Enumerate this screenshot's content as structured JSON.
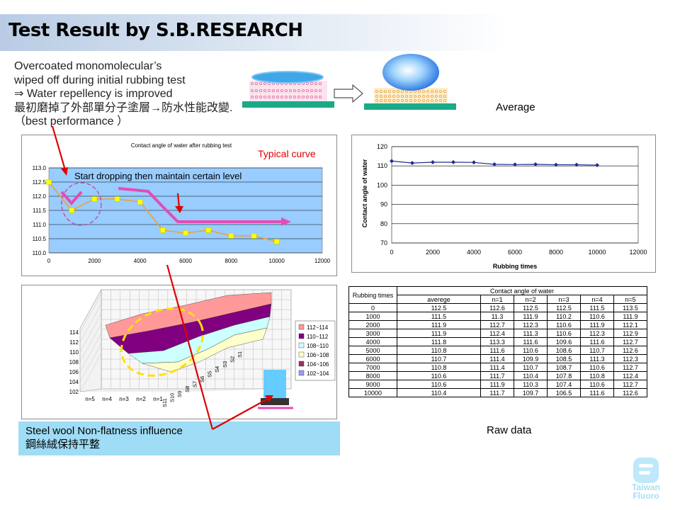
{
  "title": "Test Result by S.B.RESEARCH",
  "intro_lines": [
    "Overcoated monomolecular’s",
    "wiped off during initial rubbing test",
    "⇒ Water repellency is improved",
    "最初磨掉了外部單分子塗層→防水性能改變.",
    "（best performance ）"
  ],
  "average_label": "Average",
  "raw_data_label": "Raw data",
  "typical_curve_label": "Typical curve",
  "annotation": "Start dropping then maintain certain level",
  "steel_wool_lines": [
    "Steel wool  Non-flatness influence",
    "鋼絲絨保持平整"
  ],
  "logo": {
    "line1": "Taiwan",
    "line2": "Fluoro"
  },
  "colors": {
    "accent_pink": "#e64bb4",
    "arrow_red": "#e00000",
    "curve_orange": "#f0a030",
    "marker_yellow": "#ffff00",
    "plot_blue": "#99ccff",
    "plate_green": "#1aaa88"
  },
  "chart_data": [
    {
      "type": "line",
      "title": "Contact angle of water after rubbing test",
      "x": [
        0,
        1000,
        2000,
        3000,
        4000,
        5000,
        6000,
        7000,
        8000,
        9000,
        10000
      ],
      "series": [
        {
          "values": [
            112.5,
            111.5,
            111.9,
            111.9,
            111.8,
            110.8,
            110.7,
            110.8,
            110.6,
            110.6,
            110.4
          ]
        }
      ],
      "xlim": [
        0,
        12000
      ],
      "ylim": [
        110.0,
        113.0
      ],
      "x_ticks": [
        "0",
        "2000",
        "4000",
        "6000",
        "8000",
        "10000",
        "12000"
      ],
      "y_ticks": [
        "110.0",
        "110.5",
        "111.0",
        "111.5",
        "112.0",
        "112.5",
        "113.0"
      ],
      "grid": true
    },
    {
      "type": "line",
      "xlabel": "Rubbing times",
      "ylabel": "Contact angle of water",
      "x": [
        0,
        1000,
        2000,
        3000,
        4000,
        5000,
        6000,
        7000,
        8000,
        9000,
        10000
      ],
      "series": [
        {
          "values": [
            112.5,
            111.5,
            111.9,
            111.9,
            111.8,
            110.8,
            110.7,
            110.8,
            110.6,
            110.6,
            110.4
          ]
        }
      ],
      "xlim": [
        0,
        12000
      ],
      "ylim": [
        70,
        120
      ],
      "x_ticks": [
        "0",
        "2000",
        "4000",
        "6000",
        "8000",
        "10000",
        "12000"
      ],
      "y_ticks": [
        "70",
        "80",
        "90",
        "100",
        "110",
        "120"
      ],
      "grid": true
    },
    {
      "type": "surface",
      "x_categories": [
        "n=5",
        "n=4",
        "n=3",
        "n=2",
        "n=1"
      ],
      "y_categories": [
        "S11",
        "S10",
        "S9",
        "S8",
        "S7",
        "S6",
        "S5",
        "S4",
        "S3",
        "S2",
        "S1"
      ],
      "z_ticks": [
        "102",
        "104",
        "106",
        "108",
        "110",
        "112",
        "114"
      ],
      "legend": [
        {
          "label": "112~114",
          "color": "#ff9999"
        },
        {
          "label": "110~112",
          "color": "#800080"
        },
        {
          "label": "108~110",
          "color": "#ccffff"
        },
        {
          "label": "106~108",
          "color": "#ffffcc"
        },
        {
          "label": "104~106",
          "color": "#993366"
        },
        {
          "label": "102~104",
          "color": "#9999ff"
        }
      ]
    },
    {
      "type": "table",
      "header": [
        "Rubbing times",
        "Contact angle of water"
      ],
      "subheader": [
        "averege",
        "n=1",
        "n=2",
        "n=3",
        "n=4",
        "n=5"
      ],
      "rows": [
        [
          "0",
          "112.5",
          "112.6",
          "112.5",
          "112.5",
          "111.5",
          "113.5"
        ],
        [
          "1000",
          "111.5",
          "11.3",
          "111.9",
          "110.2",
          "110.6",
          "111.9"
        ],
        [
          "2000",
          "111.9",
          "112.7",
          "112.3",
          "110.6",
          "111.9",
          "112.1"
        ],
        [
          "3000",
          "111.9",
          "112.4",
          "111.3",
          "110.6",
          "112.3",
          "112.9"
        ],
        [
          "4000",
          "111.8",
          "113.3",
          "111.6",
          "109.6",
          "111.6",
          "112.7"
        ],
        [
          "5000",
          "110.8",
          "111.6",
          "110.6",
          "108.6",
          "110.7",
          "112.6"
        ],
        [
          "6000",
          "110.7",
          "111.4",
          "109.9",
          "108.5",
          "111.3",
          "112.3"
        ],
        [
          "7000",
          "110.8",
          "111.4",
          "110.7",
          "108.7",
          "110.6",
          "112.7"
        ],
        [
          "8000",
          "110.6",
          "111.7",
          "110.4",
          "107.8",
          "110.8",
          "112.4"
        ],
        [
          "9000",
          "110.6",
          "111.9",
          "110.3",
          "107.4",
          "110.6",
          "112.7"
        ],
        [
          "10000",
          "110.4",
          "111.7",
          "109.7",
          "106.5",
          "111.6",
          "112.6"
        ]
      ]
    }
  ]
}
